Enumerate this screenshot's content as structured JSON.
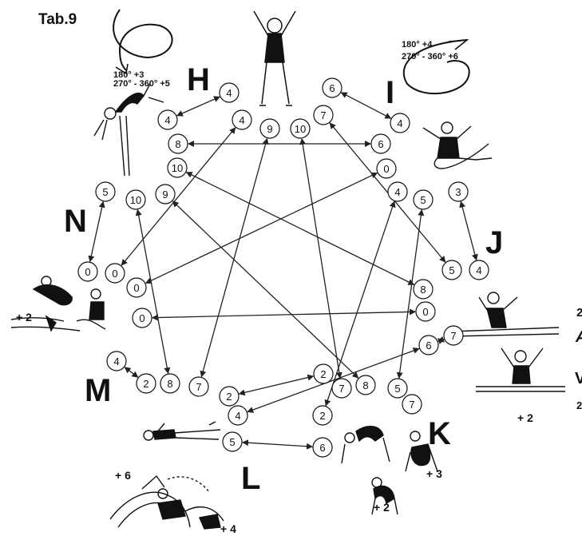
{
  "title": "Tab.9",
  "letters": [
    {
      "name": "letter-h",
      "text": "H"
    },
    {
      "name": "letter-i",
      "text": "I"
    },
    {
      "name": "letter-j",
      "text": "J"
    },
    {
      "name": "letter-k",
      "text": "K"
    },
    {
      "name": "letter-l",
      "text": "L"
    },
    {
      "name": "letter-m",
      "text": "M"
    },
    {
      "name": "letter-n",
      "text": "N"
    }
  ],
  "rotation_notes": {
    "left": [
      "180° +3",
      "270° - 360° +5"
    ],
    "right": [
      "180° +4",
      "270° - 360° +6"
    ]
  },
  "bonus_labels": {
    "left_figure": "+ 2",
    "right_figure": "+ 2",
    "bottom_left_upper": "+ 6",
    "bottom_left_lower": "+ 4",
    "bottom_right_upper": "+ 3",
    "bottom_right_lower": "+ 2"
  },
  "edge_fragments": [
    "2",
    "A",
    "V",
    "2"
  ],
  "nodes": [
    {
      "id": "h1",
      "value": "4"
    },
    {
      "id": "h2",
      "value": "4"
    },
    {
      "id": "h3",
      "value": "4"
    },
    {
      "id": "h4",
      "value": "8"
    },
    {
      "id": "h5",
      "value": "10"
    },
    {
      "id": "c1",
      "value": "9"
    },
    {
      "id": "c2",
      "value": "10"
    },
    {
      "id": "i1",
      "value": "6"
    },
    {
      "id": "i2",
      "value": "4"
    },
    {
      "id": "i3",
      "value": "7"
    },
    {
      "id": "i4",
      "value": "6"
    },
    {
      "id": "i5",
      "value": "0"
    },
    {
      "id": "i6",
      "value": "4"
    },
    {
      "id": "i7",
      "value": "5"
    },
    {
      "id": "j1",
      "value": "3"
    },
    {
      "id": "j2",
      "value": "4"
    },
    {
      "id": "j3",
      "value": "5"
    },
    {
      "id": "j4",
      "value": "8"
    },
    {
      "id": "j5",
      "value": "0"
    },
    {
      "id": "k1",
      "value": "6"
    },
    {
      "id": "k2",
      "value": "7"
    },
    {
      "id": "k3",
      "value": "7"
    },
    {
      "id": "k4",
      "value": "5"
    },
    {
      "id": "k5",
      "value": "8"
    },
    {
      "id": "k6",
      "value": "7"
    },
    {
      "id": "l1",
      "value": "2"
    },
    {
      "id": "l2",
      "value": "4"
    },
    {
      "id": "l3",
      "value": "5"
    },
    {
      "id": "l4",
      "value": "6"
    },
    {
      "id": "l5",
      "value": "2"
    },
    {
      "id": "m1",
      "value": "7"
    },
    {
      "id": "m2",
      "value": "8"
    },
    {
      "id": "m3",
      "value": "2"
    },
    {
      "id": "m4",
      "value": "4"
    },
    {
      "id": "m5",
      "value": "2"
    },
    {
      "id": "n1",
      "value": "0"
    },
    {
      "id": "n2",
      "value": "0"
    },
    {
      "id": "n3",
      "value": "0"
    },
    {
      "id": "n4",
      "value": "0"
    },
    {
      "id": "n5",
      "value": "5"
    },
    {
      "id": "n6",
      "value": "10"
    },
    {
      "id": "n7",
      "value": "9"
    }
  ],
  "connections": [
    [
      "h2",
      "h1"
    ],
    [
      "i1",
      "i2"
    ],
    [
      "j1",
      "j2"
    ],
    [
      "k1",
      "k2"
    ],
    [
      "l3",
      "l4"
    ],
    [
      "m4",
      "m5"
    ],
    [
      "n5",
      "n1"
    ],
    [
      "h4",
      "i4"
    ],
    [
      "h3",
      "n2"
    ],
    [
      "h5",
      "j4"
    ],
    [
      "n7",
      "k5"
    ],
    [
      "c1",
      "m1"
    ],
    [
      "c2",
      "k6"
    ],
    [
      "i3",
      "j3"
    ],
    [
      "i5",
      "n3"
    ],
    [
      "i6",
      "l5"
    ],
    [
      "i7",
      "k4"
    ],
    [
      "j5",
      "n4"
    ],
    [
      "k1",
      "l2"
    ],
    [
      "m3",
      "l1"
    ],
    [
      "m2",
      "n6"
    ]
  ]
}
